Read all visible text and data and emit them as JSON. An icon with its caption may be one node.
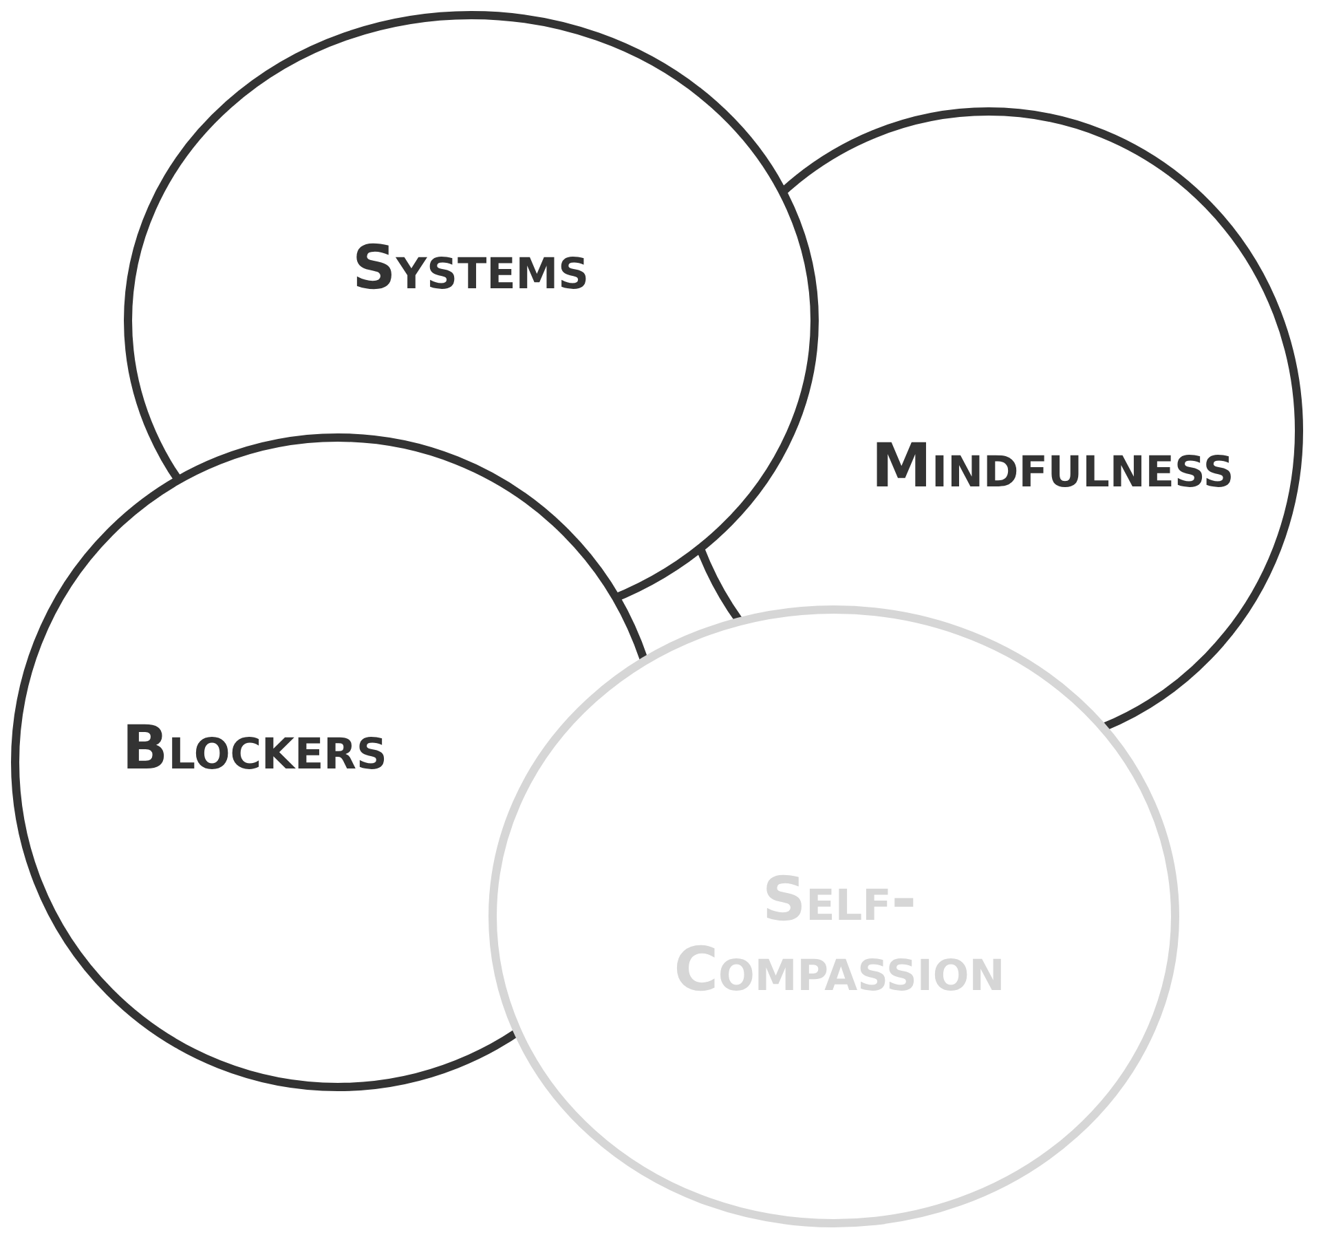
{
  "diagram": {
    "nodes": [
      {
        "text": [
          "Systems"
        ]
      },
      {
        "text": [
          "Mindfulness"
        ]
      },
      {
        "text": [
          "Blockers"
        ]
      },
      {
        "text": [
          "Self-Compassion"
        ]
      }
    ]
  }
}
